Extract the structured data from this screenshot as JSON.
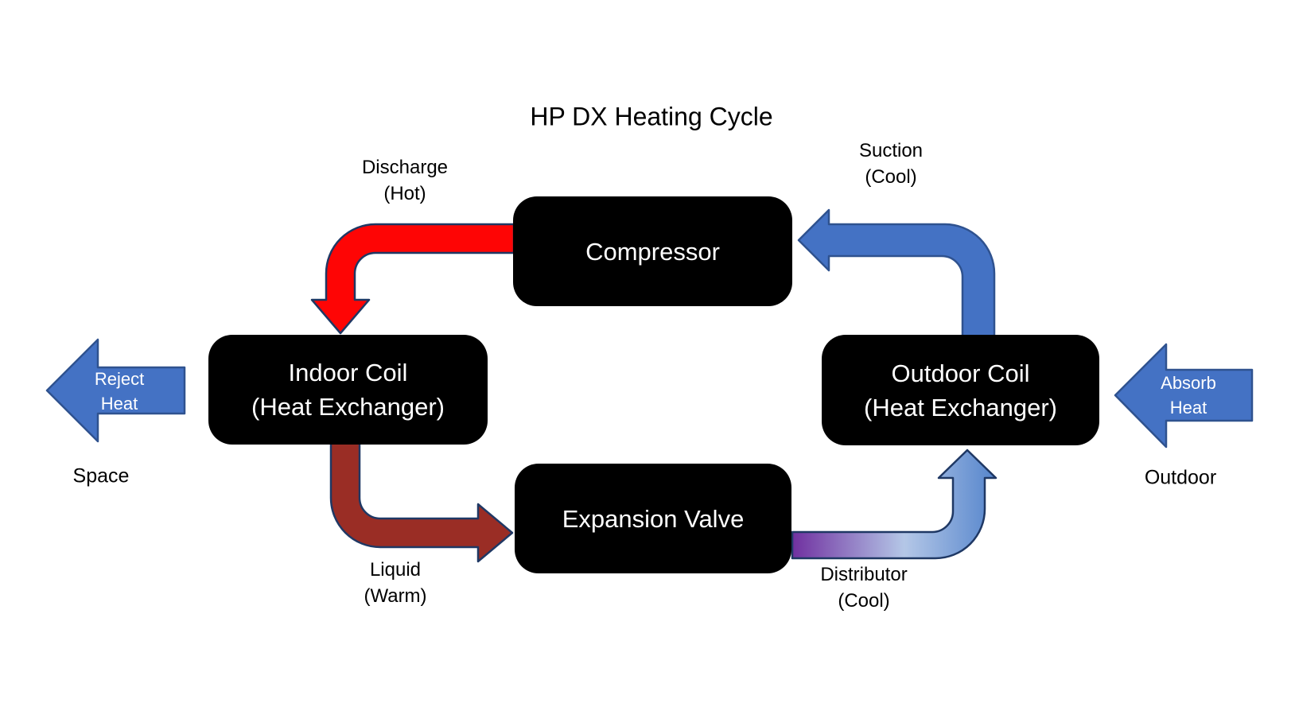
{
  "title": "HP DX Heating Cycle",
  "colors": {
    "hot_red": "#FE0505",
    "warm_dark_red": "#9A2D25",
    "cool_blue": "#4472C4",
    "blue_outline": "#2F528F",
    "navy_outline": "#1F3864",
    "purple_start": "#7030A0",
    "light_blue_mid": "#B4C7E7",
    "blue_end": "#5585CC",
    "box_fill": "#000000",
    "box_text": "#FFFFFF",
    "label_text": "#000000"
  },
  "nodes": {
    "compressor": {
      "label": "Compressor"
    },
    "indoor_coil": {
      "line1": "Indoor Coil",
      "line2": "(Heat Exchanger)"
    },
    "outdoor_coil": {
      "line1": "Outdoor Coil",
      "line2": "(Heat Exchanger)"
    },
    "expansion_valve": {
      "label": "Expansion Valve"
    }
  },
  "flow_labels": {
    "discharge": {
      "line1": "Discharge",
      "line2": "(Hot)"
    },
    "suction": {
      "line1": "Suction",
      "line2": "(Cool)"
    },
    "liquid": {
      "line1": "Liquid",
      "line2": "(Warm)"
    },
    "distributor": {
      "line1": "Distributor",
      "line2": "(Cool)"
    }
  },
  "side_arrows": {
    "reject_heat": {
      "line1": "Reject",
      "line2": "Heat"
    },
    "absorb_heat": {
      "line1": "Absorb",
      "line2": "Heat"
    }
  },
  "environment_labels": {
    "space": "Space",
    "outdoor": "Outdoor"
  }
}
